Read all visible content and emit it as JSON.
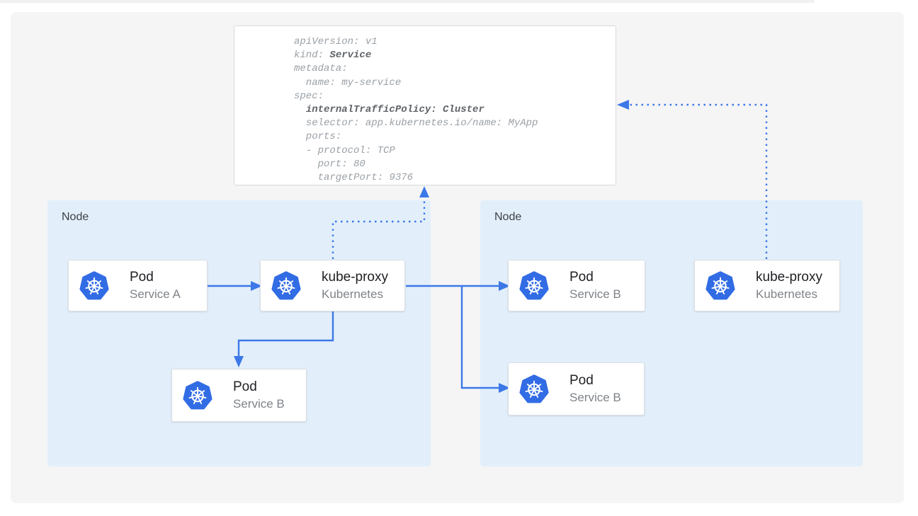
{
  "colors": {
    "canvas_bg": "#f5f5f6",
    "node_bg": "#e2effb",
    "card_bg": "#ffffff",
    "card_border": "#dcdfe3",
    "yaml_box_border": "#d7dadd",
    "top_line": "#f0f1f2",
    "arrow_blue": "#3c78e7",
    "logo_blue": "#326ce5",
    "node_label_text": "#3c4043",
    "card_title_text": "#202124",
    "card_subtitle_text": "#7f8388",
    "code_text": "#9aa0a6",
    "code_bold_text": "#5f6368"
  },
  "yaml": {
    "lines": [
      {
        "pre": "apiVersion: v1"
      },
      {
        "pre": "kind: ",
        "bold": "Service"
      },
      {
        "pre": "metadata:"
      },
      {
        "pre": "  name: my-service"
      },
      {
        "pre": "spec:"
      },
      {
        "pre": "  ",
        "bold": "internalTrafficPolicy: Cluster"
      },
      {
        "pre": "  selector: app.kubernetes.io/name: MyApp"
      },
      {
        "pre": "  ports:"
      },
      {
        "pre": "  - protocol: TCP"
      },
      {
        "pre": "    port: 80"
      },
      {
        "pre": "    targetPort: 9376"
      }
    ]
  },
  "nodes": [
    {
      "label": "Node"
    },
    {
      "label": "Node"
    }
  ],
  "cards": [
    {
      "title": "Pod",
      "subtitle": "Service A"
    },
    {
      "title": "kube-proxy",
      "subtitle": "Kubernetes"
    },
    {
      "title": "Pod",
      "subtitle": "Service B"
    },
    {
      "title": "Pod",
      "subtitle": "Service B"
    },
    {
      "title": "Pod",
      "subtitle": "Service B"
    },
    {
      "title": "kube-proxy",
      "subtitle": "Kubernetes"
    }
  ]
}
